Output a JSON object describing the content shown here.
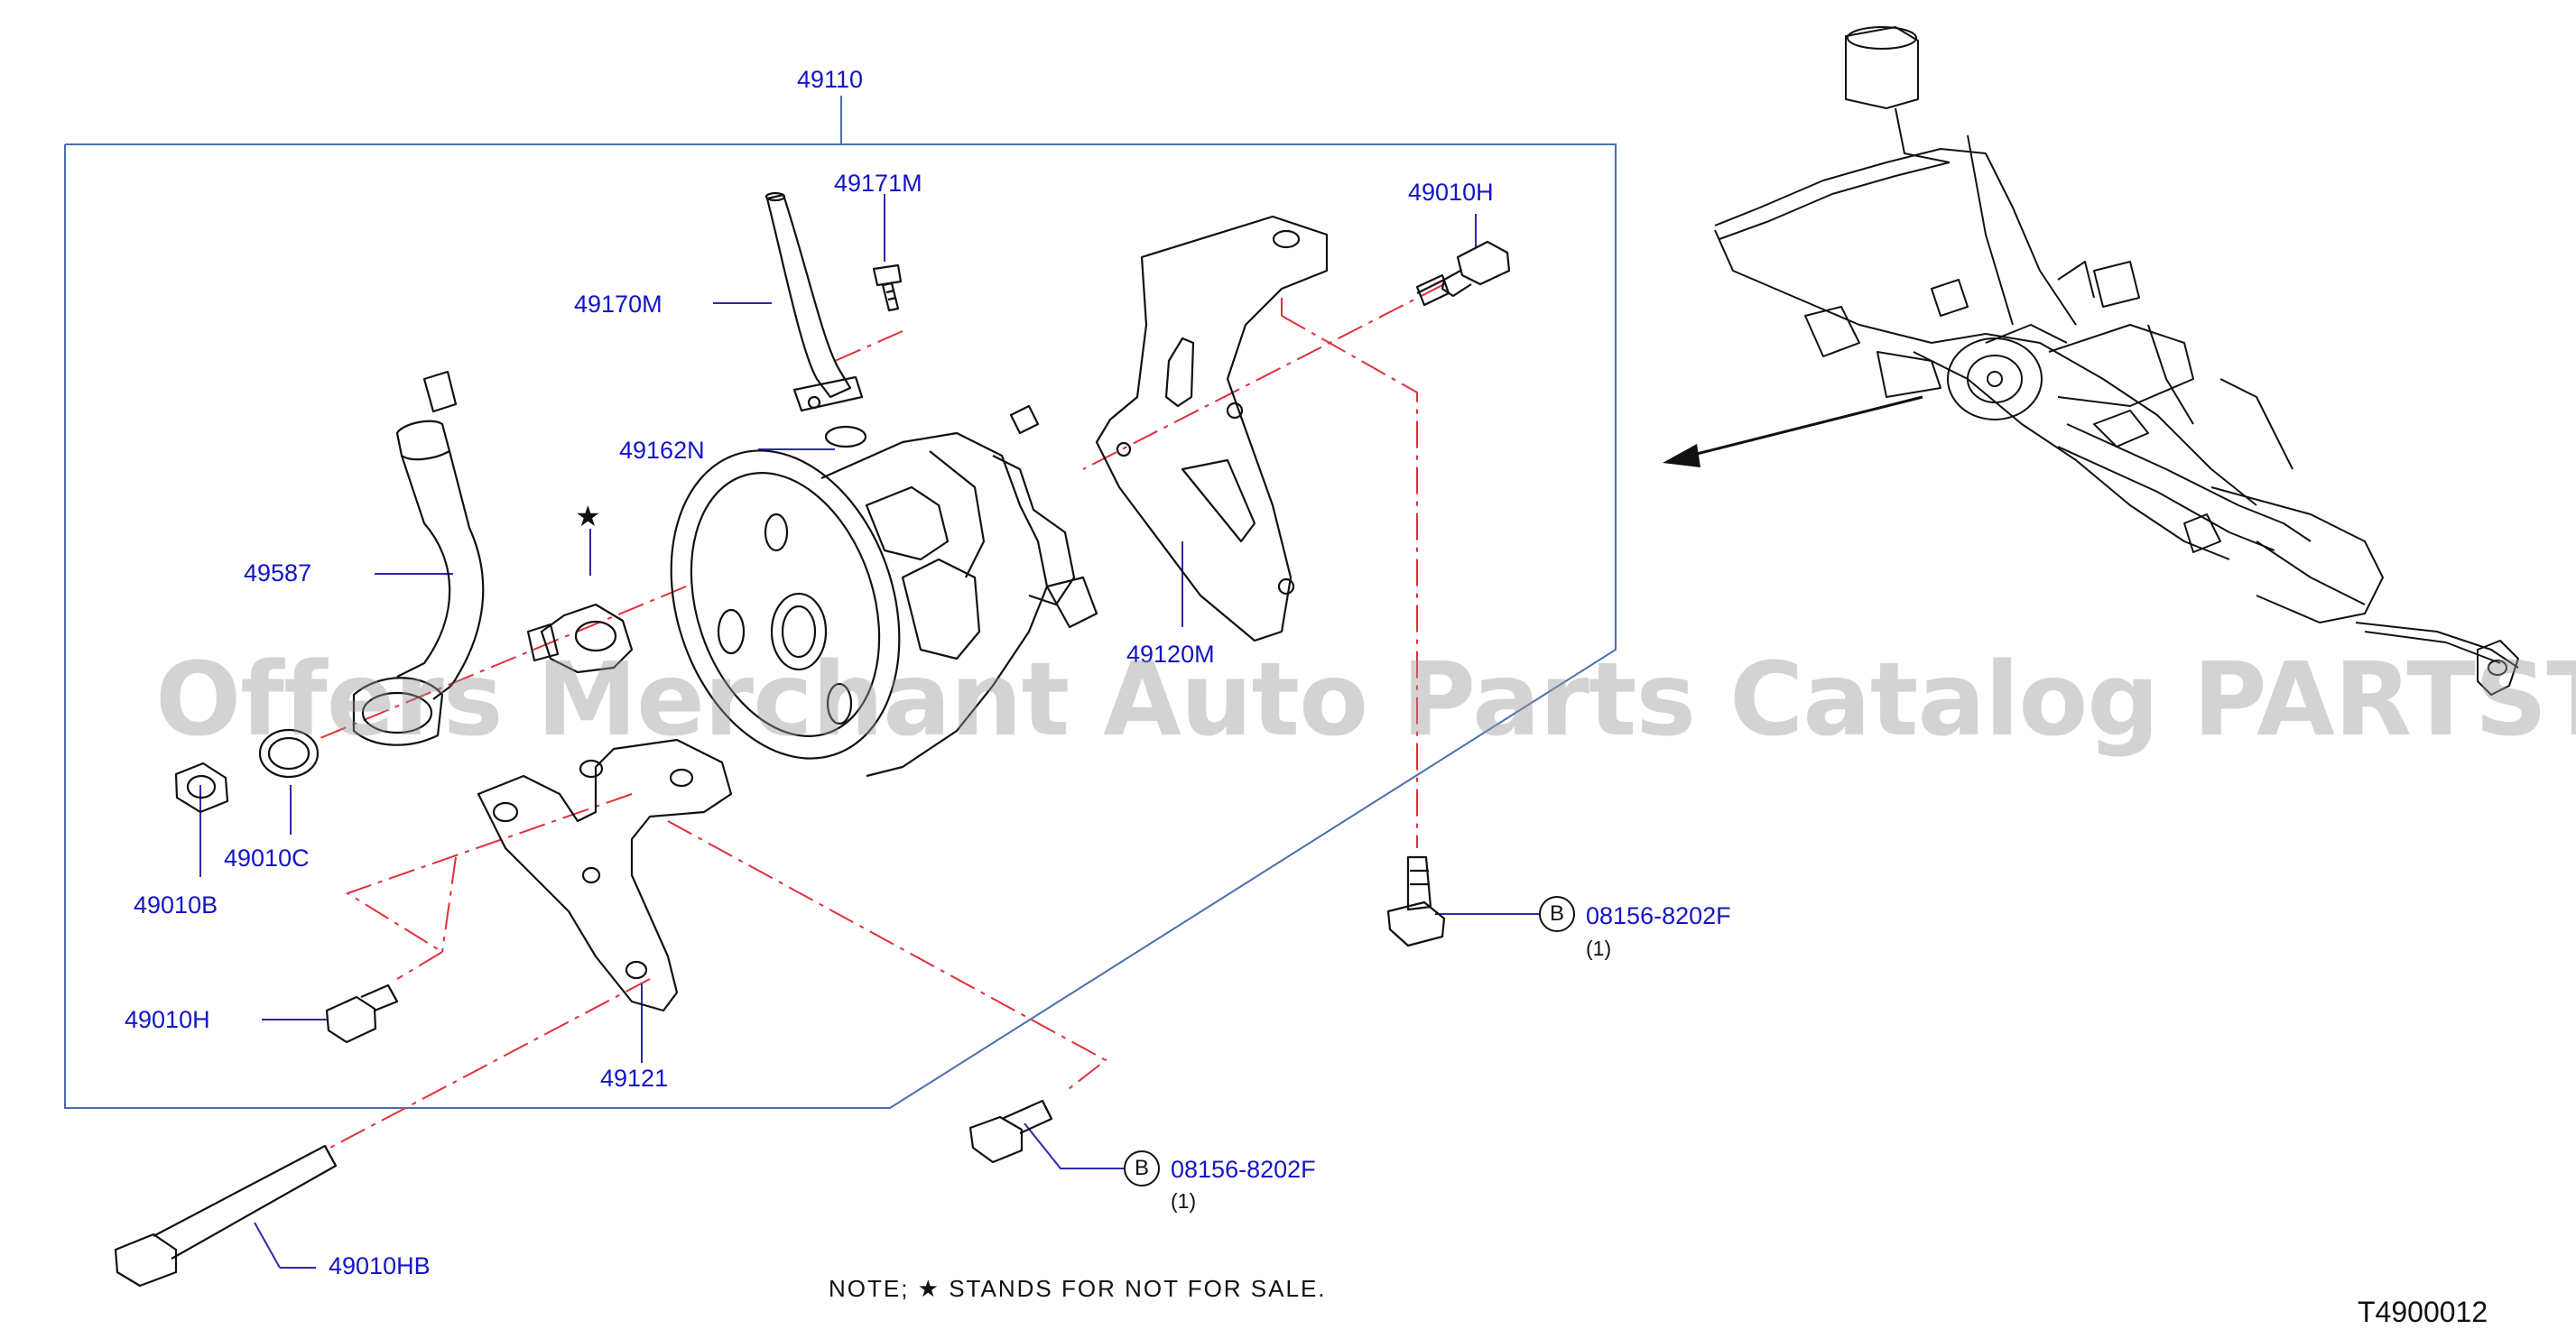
{
  "labels": {
    "assembly": "49110",
    "p49171M": "49171M",
    "p49010H_top": "49010H",
    "p49170M": "49170M",
    "p49162N": "49162N",
    "p49587": "49587",
    "p49120M": "49120M",
    "p49010C": "49010C",
    "p49010B": "49010B",
    "p49010H_left": "49010H",
    "p49121": "49121",
    "p49010HB": "49010HB",
    "bolt_right": "08156-8202F",
    "bolt_right_qty": "(1)",
    "bolt_bottom": "08156-8202F",
    "bolt_bottom_qty": "(1)",
    "circle_b": "B",
    "star_mark": "★"
  },
  "note": "NOTE;  ★ STANDS  FOR  NOT  FOR  SALE.",
  "diagram_code": "T4900012",
  "watermark": "Offers Merchant Auto Parts Catalog PARTSTORE.SA",
  "colors": {
    "label": "#1414c8",
    "leader": "#2b2baa",
    "frame": "#4a6fb0",
    "centerline": "#e0303a",
    "drawing": "#111111"
  }
}
